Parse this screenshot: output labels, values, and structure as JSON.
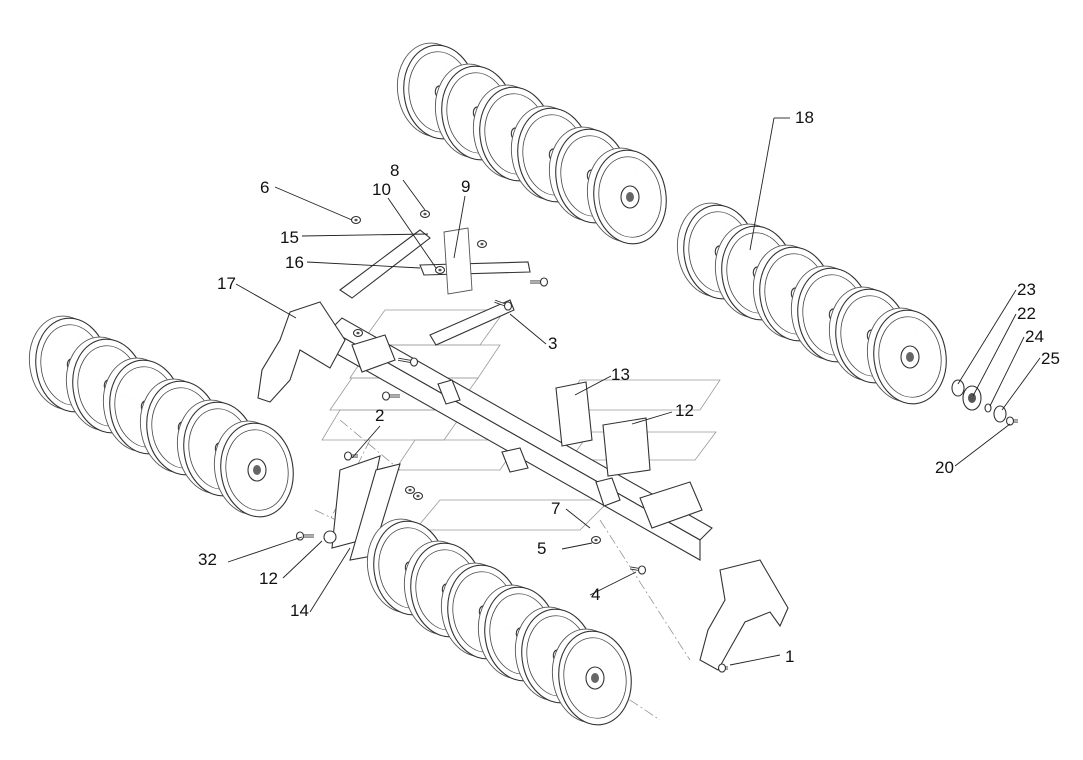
{
  "diagram": {
    "callouts": [
      {
        "id": "c1",
        "label": "1"
      },
      {
        "id": "c2",
        "label": "2"
      },
      {
        "id": "c3",
        "label": "3"
      },
      {
        "id": "c4",
        "label": "4"
      },
      {
        "id": "c5",
        "label": "5"
      },
      {
        "id": "c6",
        "label": "6"
      },
      {
        "id": "c7",
        "label": "7"
      },
      {
        "id": "c8",
        "label": "8"
      },
      {
        "id": "c9",
        "label": "9"
      },
      {
        "id": "c10",
        "label": "10"
      },
      {
        "id": "c12a",
        "label": "12"
      },
      {
        "id": "c12b",
        "label": "12"
      },
      {
        "id": "c13",
        "label": "13"
      },
      {
        "id": "c14",
        "label": "14"
      },
      {
        "id": "c15",
        "label": "15"
      },
      {
        "id": "c16",
        "label": "16"
      },
      {
        "id": "c17",
        "label": "17"
      },
      {
        "id": "c18",
        "label": "18"
      },
      {
        "id": "c20",
        "label": "20"
      },
      {
        "id": "c22",
        "label": "22"
      },
      {
        "id": "c23",
        "label": "23"
      },
      {
        "id": "c24",
        "label": "24"
      },
      {
        "id": "c25",
        "label": "25"
      },
      {
        "id": "c32",
        "label": "32"
      }
    ]
  }
}
